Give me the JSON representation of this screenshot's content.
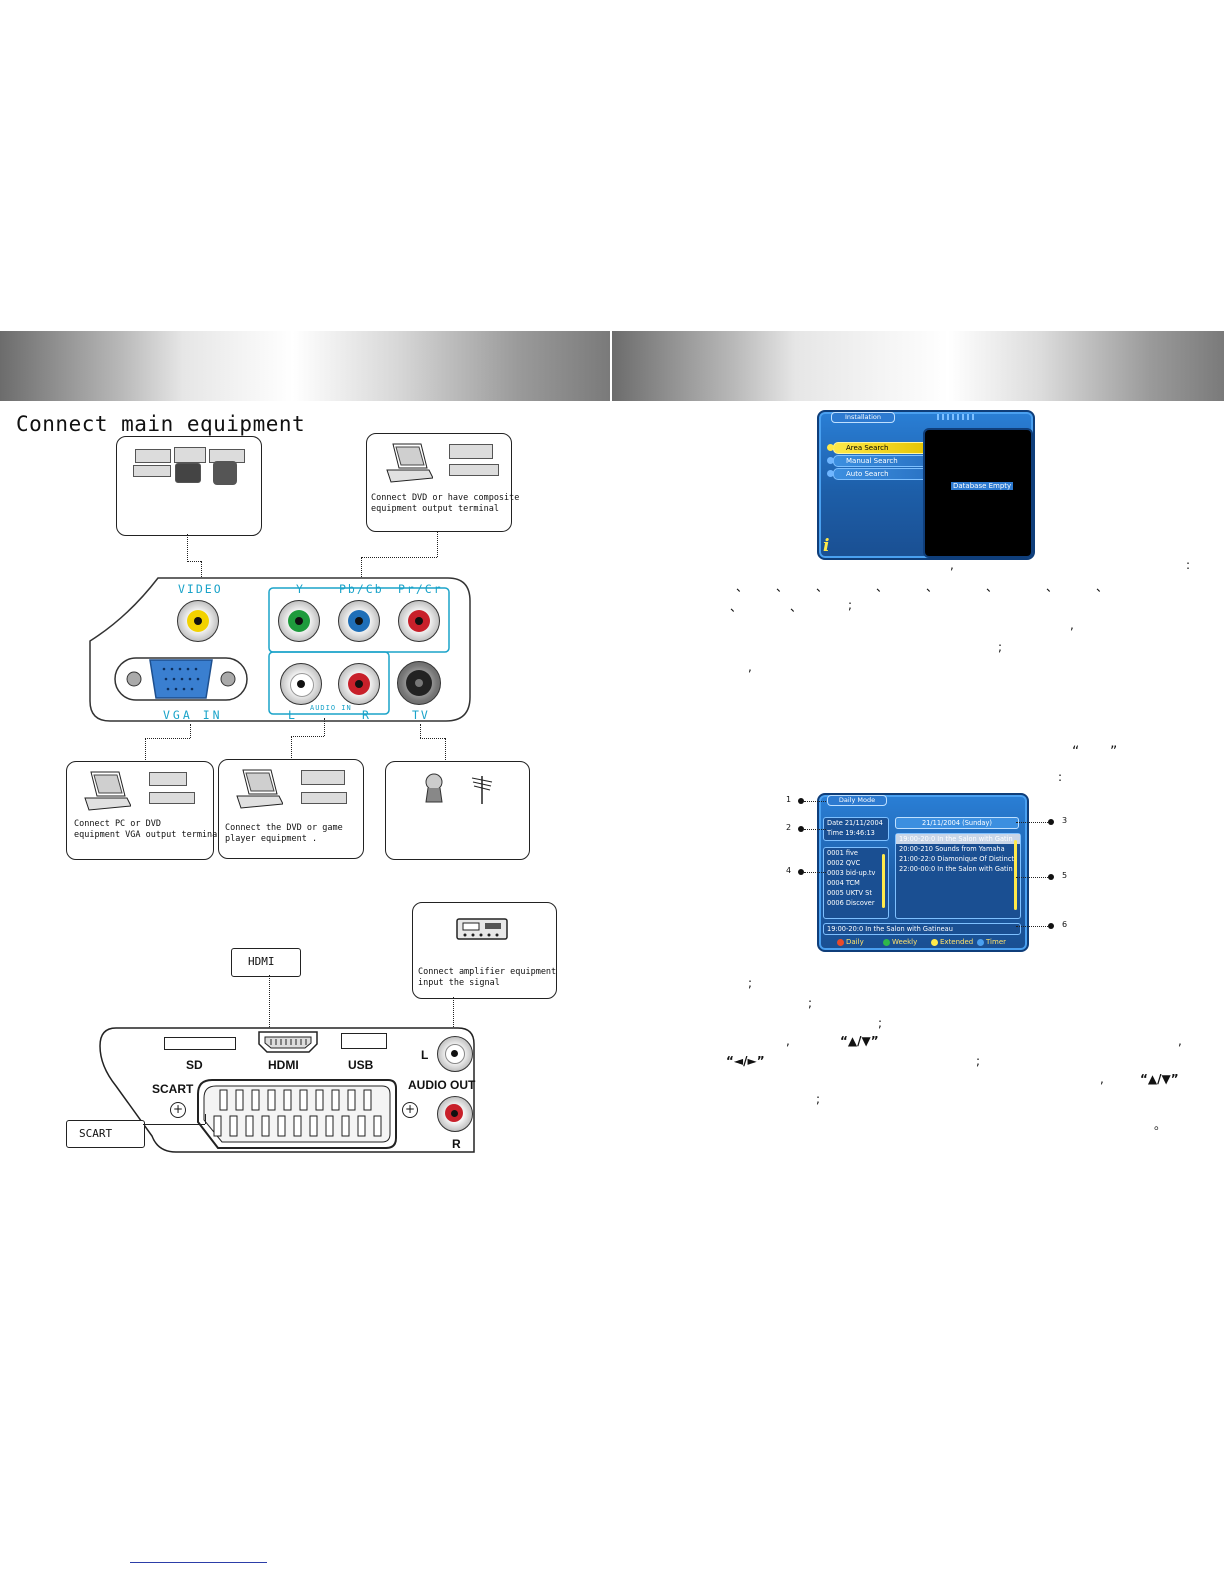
{
  "left_page": {
    "title": "Connect main equipment",
    "box_composite": "Connect DVD or have composite\nequipment output terminal",
    "box_vga": "Connect PC or DVD\nequipment VGA output terminal",
    "box_audio": "Connect the DVD or game\nplayer equipment .",
    "box_amp": "Connect amplifier equipment\ninput the signal",
    "jack_labels": {
      "video": "VIDEO",
      "y": "Y",
      "pb": "Pb/Cb",
      "pr": "Pr/Cr",
      "vga": "VGA IN",
      "audio_l": "L",
      "audio_in": "AUDIO IN",
      "audio_r": "R",
      "tv": "TV"
    },
    "port_labels": {
      "hdmi_box": "HDMI",
      "scart_box": "SCART",
      "sd": "SD",
      "hdmi": "HDMI",
      "usb": "USB",
      "scart": "SCART",
      "l": "L",
      "audio_out": "AUDIO OUT",
      "r": "R"
    },
    "colors": {
      "cyan": "#1aa3c9",
      "yellow": "#f2d200",
      "green": "#1e9b3c",
      "blue": "#1f6fb8",
      "red": "#c8202a"
    }
  },
  "right_page": {
    "installation": {
      "title": "Installation",
      "items": [
        "Area Search",
        "Manual Search",
        "Auto Search"
      ],
      "selected": 0,
      "preview_text": "Database Empty",
      "info_icon": "info-icon"
    },
    "epg": {
      "title": "Daily Mode",
      "date": "Date  21/11/2004",
      "time": "Time   19:46:13",
      "date_header": "21/11/2004 (Sunday)",
      "channels": [
        "0001 five",
        "0002 QVC",
        "0003 bid-up.tv",
        "0004 TCM",
        "0005 UKTV St",
        "0006 Discover"
      ],
      "programs": [
        "19:00-20:0  In the Salon with Gatin",
        "20:00-210  Sounds from Yamaha",
        "21:00-22:0  Diamonique Of Distincti",
        "22:00-00:0  In the Salon with Gatin"
      ],
      "bottom": "19:00-20:0   In the Salon with Gatineau",
      "legend": [
        "Daily",
        "Weekly",
        "Extended",
        "Timer"
      ],
      "callouts": [
        "1",
        "2",
        "3",
        "4",
        "5",
        "6"
      ]
    },
    "punct": {
      "comma": ",",
      "colon": ":",
      "semicolon": ";",
      "enum_comma": "、",
      "quote_open": "“",
      "quote_close": "”",
      "up_down": "“▲/▼”",
      "left_right": "“◄/►”",
      "period": "。"
    }
  }
}
